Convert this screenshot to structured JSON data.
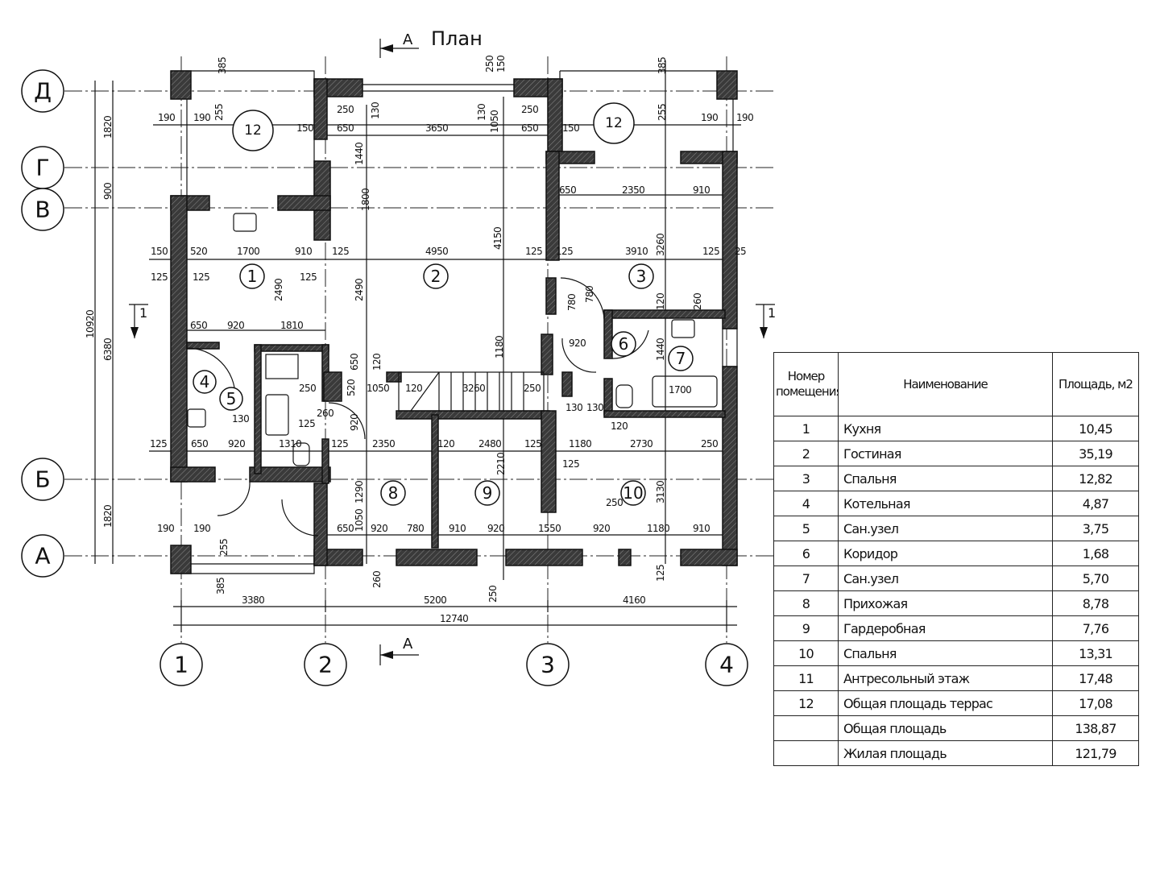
{
  "plan": {
    "title": "План",
    "section_a_top": "А",
    "section_a_bottom": "А",
    "section_1_left": "1",
    "section_1_right": "1",
    "axes_letters": [
      "Д",
      "Г",
      "В",
      "Б",
      "А"
    ],
    "axes_numbers": [
      "1",
      "2",
      "3",
      "4"
    ],
    "rooms": [
      "1",
      "2",
      "3",
      "4",
      "5",
      "6",
      "7",
      "8",
      "9",
      "10",
      "12",
      "12"
    ],
    "dims": [
      "190",
      "190",
      "150",
      "250",
      "650",
      "3650",
      "250",
      "650",
      "150",
      "190",
      "190",
      "385",
      "255",
      "130",
      "1050",
      "250",
      "150",
      "130",
      "385",
      "255",
      "1440",
      "1800",
      "4150",
      "1820",
      "900",
      "10920",
      "6380",
      "1820",
      "2490",
      "2490",
      "3260",
      "780",
      "150",
      "520",
      "1700",
      "910",
      "125",
      "4950",
      "125",
      "125",
      "3910",
      "125",
      "25",
      "125",
      "125",
      "125",
      "650",
      "2350",
      "910",
      "650",
      "920",
      "1810",
      "1180",
      "1440",
      "650",
      "120",
      "250",
      "1050",
      "120",
      "3260",
      "250",
      "1700",
      "125",
      "650",
      "920",
      "1310",
      "125",
      "2350",
      "120",
      "2480",
      "125",
      "1180",
      "2730",
      "250",
      "190",
      "190",
      "650",
      "920",
      "780",
      "910",
      "920",
      "1550",
      "920",
      "1180",
      "910",
      "1290",
      "2210",
      "3130",
      "1050",
      "255",
      "385",
      "260",
      "250",
      "125",
      "3380",
      "5200",
      "4160",
      "12740",
      "920",
      "130",
      "125",
      "260",
      "920",
      "120",
      "130",
      "130",
      "250",
      "125",
      "260",
      "120",
      "780",
      "520"
    ]
  },
  "table": {
    "headers": {
      "number": "Номер помещения",
      "name": "Наименование",
      "area": "Площадь, м2"
    },
    "rows": [
      {
        "number": "1",
        "name": "Кухня",
        "area": "10,45"
      },
      {
        "number": "2",
        "name": "Гостиная",
        "area": "35,19"
      },
      {
        "number": "3",
        "name": "Спальня",
        "area": "12,82"
      },
      {
        "number": "4",
        "name": "Котельная",
        "area": "4,87"
      },
      {
        "number": "5",
        "name": "Сан.узел",
        "area": "3,75"
      },
      {
        "number": "6",
        "name": "Коридор",
        "area": "1,68"
      },
      {
        "number": "7",
        "name": "Сан.узел",
        "area": "5,70"
      },
      {
        "number": "8",
        "name": "Прихожая",
        "area": "8,78"
      },
      {
        "number": "9",
        "name": "Гардеробная",
        "area": "7,76"
      },
      {
        "number": "10",
        "name": "Спальня",
        "area": "13,31"
      },
      {
        "number": "11",
        "name": "Антресольный этаж",
        "area": "17,48"
      },
      {
        "number": "12",
        "name": "Общая площадь террас",
        "area": "17,08"
      },
      {
        "number": "",
        "name": "Общая площадь",
        "area": "138,87"
      },
      {
        "number": "",
        "name": "Жилая площадь",
        "area": "121,79"
      }
    ]
  }
}
